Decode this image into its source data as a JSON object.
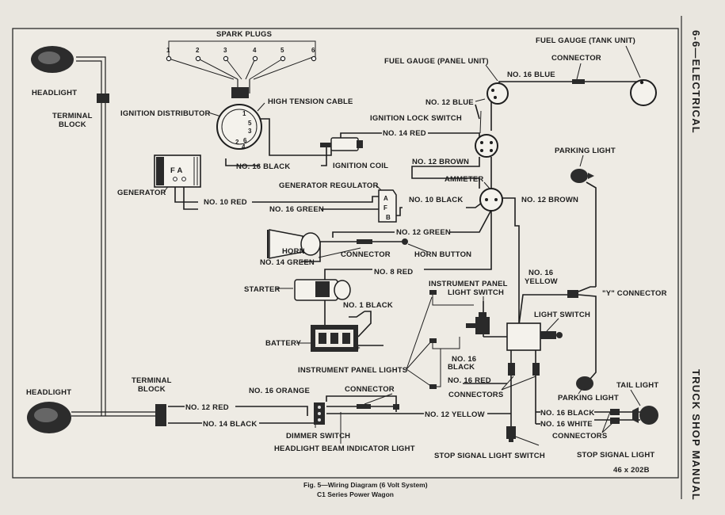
{
  "page": {
    "section_header": "6-6—ELECTRICAL",
    "side_title": "TRUCK SHOP MANUAL",
    "figure_caption_line1": "Fig. 5—Wiring Diagram (6 Volt System)",
    "figure_caption_line2": "C1 Series Power Wagon",
    "figure_code": "46 x 202B"
  },
  "labels": {
    "spark_plugs": "SPARK PLUGS",
    "plug_numbers": [
      "1",
      "2",
      "3",
      "4",
      "5",
      "6"
    ],
    "headlight_top": "HEADLIGHT",
    "terminal_block_top_1": "TERMINAL",
    "terminal_block_top_2": "BLOCK",
    "ignition_distributor": "IGNITION DISTRIBUTOR",
    "high_tension_cable": "HIGH TENSION CABLE",
    "distributor_numbers": [
      "1",
      "5",
      "3",
      "6",
      "2",
      "4"
    ],
    "no16_black_coil": "NO. 16 BLACK",
    "ignition_coil": "IGNITION COIL",
    "no14_red": "NO. 14 RED",
    "generator": "GENERATOR",
    "generator_terms": "F A",
    "generator_regulator": "GENERATOR REGULATOR",
    "no10_red": "NO. 10 RED",
    "no16_green": "NO. 16 GREEN",
    "no10_black": "NO. 10 BLACK",
    "regulator_terms": [
      "A",
      "F",
      "B"
    ],
    "no12_green": "NO. 12  GREEN",
    "horn": "HORN",
    "no14_green": "NO. 14 GREEN",
    "connector_horn": "CONNECTOR",
    "horn_button": "HORN BUTTON",
    "no8_red": "NO. 8  RED",
    "starter": "STARTER",
    "no1_black": "NO. 1 BLACK",
    "battery": "BATTERY",
    "fuel_gauge_tank": "FUEL GAUGE (TANK UNIT)",
    "connector_fuel": "CONNECTOR",
    "fuel_gauge_panel": "FUEL GAUGE (PANEL UNIT)",
    "no16_blue": "NO. 16 BLUE",
    "no12_blue": "NO. 12 BLUE",
    "ignition_lock_switch": "IGNITION LOCK SWITCH",
    "no12_brown_a": "NO. 12 BROWN",
    "ammeter": "AMMETER",
    "no12_brown_b": "NO. 12 BROWN",
    "parking_light_top": "PARKING LIGHT",
    "instrument_panel_light_switch_1": "INSTRUMENT PANEL",
    "instrument_panel_light_switch_2": "LIGHT SWITCH",
    "no16_yellow_1": "NO. 16",
    "no16_yellow_2": "YELLOW",
    "y_connector": "\"Y\" CONNECTOR",
    "light_switch": "LIGHT SWITCH",
    "instrument_panel_lights": "INSTRUMENT PANEL LIGHTS",
    "no16_black_a_1": "NO. 16",
    "no16_black_a_2": "BLACK",
    "no16_red": "NO. 16 RED",
    "connectors_mid": "CONNECTORS",
    "parking_light_bottom": "PARKING LIGHT",
    "tail_light": "TAIL LIGHT",
    "headlight_bottom": "HEADLIGHT",
    "terminal_block_bottom_1": "TERMINAL",
    "terminal_block_bottom_2": "BLOCK",
    "no16_orange": "NO. 16 ORANGE",
    "connector_bottom": "CONNECTOR",
    "no12_red": "NO. 12 RED",
    "no14_black": "NO. 14 BLACK",
    "no12_yellow": "NO. 12 YELLOW",
    "no16_black_b": "NO. 16 BLACK",
    "no16_white": "NO. 16 WHITE",
    "connectors_right": "CONNECTORS",
    "dimmer_switch": "DIMMER SWITCH",
    "headlight_beam_indicator": "HEADLIGHT BEAM INDICATOR LIGHT",
    "stop_signal_light_switch": "STOP SIGNAL LIGHT SWITCH",
    "stop_signal_light": "STOP SIGNAL LIGHT"
  }
}
